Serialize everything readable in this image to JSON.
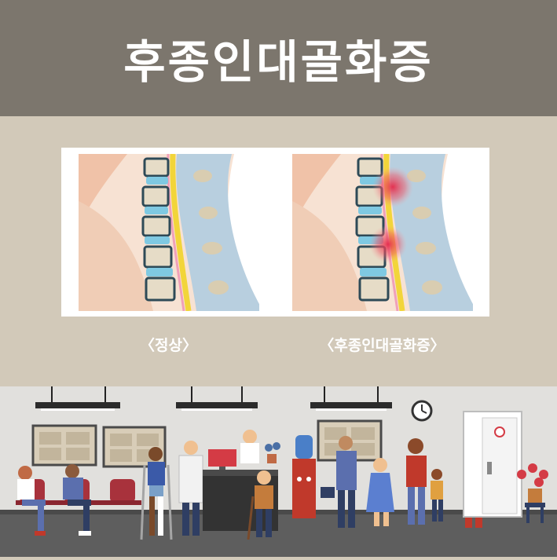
{
  "title": "후종인대골화증",
  "panels": [
    {
      "caption": "〈정상〉"
    },
    {
      "caption": "〈후종인대골화증〉"
    }
  ],
  "colors": {
    "header_bg": "#7c766d",
    "page_bg": "#d2c9b9",
    "scene_wall": "#e1e0dd",
    "floor": "#5e5e5e",
    "inflammation": "#e52a4a"
  }
}
